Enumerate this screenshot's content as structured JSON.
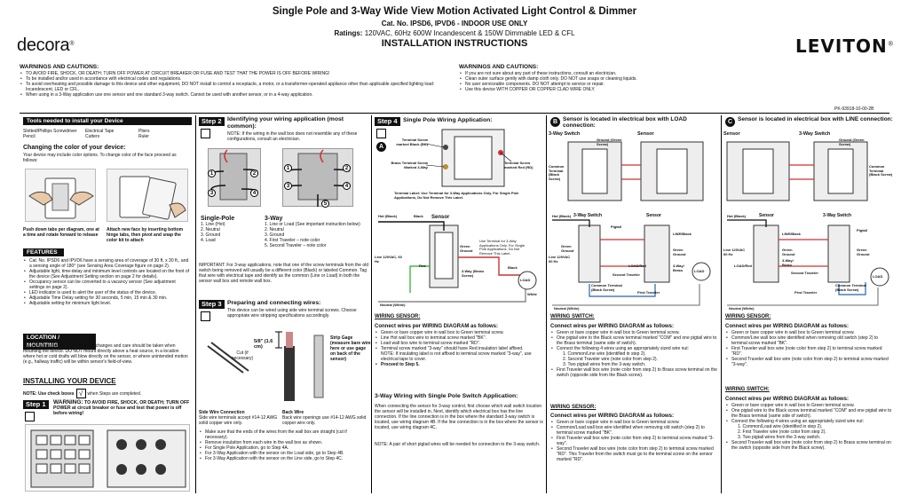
{
  "header": {
    "title": "Single Pole and 3-Way Wide View Motion Activated Light Control & Dimmer",
    "cat": "Cat. No. IPSD6, IPVD6 - INDOOR USE ONLY",
    "ratings_label": "Ratings:",
    "ratings": "120VAC, 60Hz 600W Incandescent & 150W Dimmable LED & CFL",
    "subtitle": "INSTALLATION INSTRUCTIONS",
    "brand_left": "decora",
    "brand_right": "LEVITON",
    "reg": "®",
    "doc_no": "PK-93918-10-00-2B"
  },
  "warnings_left": {
    "title": "WARNINGS AND CAUTIONS:",
    "items": [
      "TO AVOID FIRE, SHOCK, OR DEATH; TURN OFF POWER AT CIRCUIT BREAKER OR FUSE AND TEST THAT THE POWER IS OFF BEFORE WIRING!",
      "To be installed and/or used in accordance with electrical codes and regulations.",
      "To avoid overheating and possible damage to this device and other equipment, DO NOT install to control a receptacle, a motor, or a transformer-operated appliance other than applicable specified lighting load: Incandescent, LED or CFL.",
      "When using in a 3-Way application use one sensor and one standard 3-way switch. Cannot be used with another sensor, or in a 4-way application."
    ]
  },
  "warnings_right": {
    "title": "WARNINGS AND CAUTIONS:",
    "items": [
      "If you are not sure about any part of these instructions, consult an electrician.",
      "Clean outer surface gently with damp cloth only. DO NOT use soaps or cleaning liquids.",
      "No user serviceable components. DO NOT attempt to service or repair.",
      "Use this device WITH COPPER OR COPPER CLAD WIRE ONLY."
    ]
  },
  "col1": {
    "tools_title": "Tools needed to install your Device",
    "tools": [
      "Slotted/Phillips Screwdriver",
      "Electrical Tape",
      "Pliers",
      "Pencil",
      "Cutters",
      "Ruler"
    ],
    "color_title": "Changing the color of your device:",
    "color_text": "Your device may include color options. To change color of the face proceed as follows:",
    "push_caption": "Push down tabs per diagram, one at a time and rotate forward to release",
    "attach_caption": "Attach new face by inserting bottom hinge tabs, then pivot and snap the color kit to attach",
    "features_title": "FEATURES",
    "features": [
      "Cat. No. IPSD6 and IPVD6 have a sensing area of coverage of 30 ft. x 30 ft., and a sensing angle of 180° (see Sensing Area Coverage figure on page 2).",
      "Adjustable light, time-delay and minimum level controls are located on the front of the device (See Adjustment Setting section on page 2 for details).",
      "Occupancy sensor can be converted to a vacancy sensor (See adjustment settings on page 2).",
      "LED indicator is used to alert the user of the status of the device.",
      "Adjustable Time Delay setting for 30 seconds, 5 min, 15 min & 30 min.",
      "Adjustable setting for minimum light level."
    ],
    "location_title": "LOCATION / MOUNTING",
    "location_text": "The device responds to temperature changes and care should be taken when mounting the device. DO NOT mount directly above a heat source, in a location where hot or cold drafts will blow directly on the sensor, or where unintended motion (e.g., hallway traffic) will be within sensor's field-of-view.",
    "install_title": "INSTALLING YOUR DEVICE",
    "note_check": "NOTE: Use check boxes",
    "note_check2": "when Steps are completed.",
    "check_mark": "√",
    "step1_label": "Step 1",
    "step1_warn": "WARNING:",
    "step1_text": "TO AVOID FIRE, SHOCK, OR DEATH; TURN OFF POWER at circuit breaker or fuse and test that power is off before wiring!"
  },
  "col2": {
    "step2_label": "Step 2",
    "step2_title": "Identifying your wiring application (most common):",
    "step2_note": "NOTE: If the wiring in the wall box does not resemble any of these configurations, consult an electrician.",
    "single_title": "Single-Pole",
    "single_items": [
      "1. Line (Hot)",
      "2. Neutral",
      "3. Ground",
      "4. Load"
    ],
    "three_title": "3-Way",
    "three_items": [
      "1. Line or Load (See important instruction below)",
      "2. Neutral",
      "3. Ground",
      "4. First Traveler – note color",
      "5. Second Traveler – note color"
    ],
    "important": "IMPORTANT: For 3-way applications, note that one of the screw terminals from the old switch being removed will usually be a different color (Black) or labeled Common. Tag that wire with electrical tape and identify as the common (Line or Load) in both the sensor wall box and remote wall box.",
    "step3_label": "Step 3",
    "step3_title": "Preparing and connecting wires:",
    "step3_text": "This device can be wired using side wire terminal screws. Choose appropriate wire stripping specifications accordingly.",
    "cut_label": "Cut (if necessary)",
    "gauge_dim": "5/8\" (1.6 cm)",
    "strip_label": "Strip Gage (measure bare wire here or use gage on back of the sensor)",
    "side_title": "Side Wire Connection",
    "side_text": "Side wire terminals accept #14-12 AWG solid copper wire only.",
    "back_title": "Back Wire",
    "back_text": "Back wire openings use #14-12 AWG solid copper wire only.",
    "bullets": [
      "Make sure that the ends of the wires from the wall box are straight (cut if necessary).",
      "Remove insulation from each wire in the wall box as shown.",
      "For Single Pole Application, go to Step 4A.",
      "For 3-Way Application with the sensor on the Load side, go to Step 4B.",
      "For 3-Way Application with the sensor on the Line side, go to Step 4C."
    ],
    "nums": [
      "1",
      "2",
      "3",
      "4",
      "5"
    ]
  },
  "col3": {
    "step4_label": "Step 4",
    "title": "Single Pole Wiring Application:",
    "circle": "A",
    "lbl_neutral": "Terminal Screw marked Black (BK)",
    "lbl_brass": "Brass Terminal Screw Marked 3-Way",
    "lbl_red": "Terminal Screw marked Red (RD)",
    "terminal_label": "Terminal Label: Use Terminal for 3-Way Applications Only. For Single Pole Applications, Do Not Remove This Label.",
    "hot": "Hot (Black)",
    "black": "Black",
    "sensor": "Sensor",
    "line": "Line 120VAC, 60 Hz",
    "green_ground": "Green Ground",
    "red": "Red",
    "term_note": "Use Terminal for 3-Way Applications Only. For Single Pole Applications, Do Not Remove This Label.",
    "brass3": "3-Way (Brass Screw)",
    "load": "LOAD",
    "white": "White",
    "neutral": "Neutral (White)",
    "ws_title": "WIRING SENSOR:",
    "ws_sub": "Connect wires per WIRING DIAGRAM as follows:",
    "ws_items": [
      "Green or bare copper wire in wall box to Green terminal screw.",
      "Line Hot wall box wire to terminal screw marked \"BK\".",
      "Load wall box wire to terminal screw marked \"RD\".",
      "Terminal screw marked \"3-way\" should have Red insulation label affixed.",
      "Proceed to Step 5."
    ],
    "ws_note": "NOTE: If insulating label is not affixed to terminal screw marked \"3-way\", use electrical tape to cover.",
    "tw_title": "3-Way Wiring with Single Pole Switch Application:",
    "tw_text": "When connecting the sensor for 3-way control, first choose which wall switch location the sensor will be installed in. Next, identify which electrical box has the line connection. If the line connection is in the box where the standard 3-way switch is located, use wiring diagram 4B. If the line connection is in the box where the sensor is located, use wiring diagram 4C.",
    "tw_note": "NOTE: A pair of short pigtail wires will be needed for connection to the 3-way switch."
  },
  "col4": {
    "circle": "B",
    "title": "Sensor is located in electrical box with LOAD connection:",
    "sw3": "3-Way Switch",
    "sensor": "Sensor",
    "ground": "Ground (Green Screw)",
    "common": "Common Terminal (Black Screw)",
    "hot": "Hot (Black)",
    "pigtail": "Pigtail",
    "line_black": "LINE/Black",
    "green_ground": "Green Ground",
    "load_red": "LOAD/Red",
    "brass": "3-Way/ Brass",
    "load": "LOAD",
    "line": "Line 120VAC 60 Hz",
    "second": "Second Traveler",
    "common_t": "Common Terminal (Black Screw)",
    "first": "First Traveler",
    "neutral": "Neutral (White)",
    "wsw_title": "WIRING SWITCH:",
    "wsw_sub": "Connect wires per WIRING DIAGRAM as follows:",
    "wsw_items": [
      "Green or bare copper wire in wall box to Green terminal screw.",
      "One pigtail wire to the Black screw terminal marked \"COM\" and one pigtail wire to the Brass terminal (same side of switch).",
      "Connect the following 4 wires using an appropriately sized wire nut:"
    ],
    "wsw_sub_items": [
      "1. Common/Line wire (identified in step 2).",
      "2. Second Traveler wire (note color from step 2).",
      "3. Two pigtail wires from the 3-way switch."
    ],
    "wsw_item4": "First Traveler wall box wire (note color from step 2) to Brass screw terminal on the switch (opposite side from the Black screw).",
    "ws_title": "WIRING SENSOR:",
    "ws_sub": "Connect wires per WIRING DIAGRAM as follows:",
    "ws_items": [
      "Green or bare copper wire in wall box to Green terminal screw.",
      "Common/Load wall box wire identified when removing old switch (step 2) to terminal screw marked \"BK\".",
      "First Traveler wall box wire (note color from step 2) to terminal screw marked \"3-way\".",
      "Second Traveler wall box wire (note color from step 2) to terminal screw marked \"RD\". This Traveler from the switch must go to the terminal screw on the sensor marked \"RD\"."
    ]
  },
  "col5": {
    "circle": "C",
    "title": "Sensor is located in electrical box with LINE connection:",
    "sensor": "Sensor",
    "sw3": "3-Way Switch",
    "ground": "Ground (Green Screw)",
    "common": "Common Terminal (Black Screw)",
    "hot": "Hot (Black)",
    "line_black": "LINE/Black",
    "pigtail": "Pigtail",
    "green_ground": "Green Ground",
    "load_red": "LOAD/Red",
    "brass": "3-Way/ Brass",
    "line": "Line 120VAC 60 Hz",
    "second": "Second Traveler",
    "load": "LOAD",
    "common_t": "Common Terminal (Black Screw)",
    "first": "First Traveler",
    "neutral": "Neutral (White)",
    "ws_title": "WIRING SENSOR:",
    "ws_sub": "Connect wires per WIRING DIAGRAM as follows:",
    "ws_items": [
      "Green or bare copper wire in wall box to Green terminal screw.",
      "Common/Line wall box wire identified when removing old switch (step 2) to terminal screw marked \"BK\".",
      "First Traveler wall box wire (note color from step 2) to terminal screw marked \"RD\".",
      "Second Traveler wall box wire (note color from step 2) to terminal screw marked \"3-way\"."
    ],
    "wsw_title": "WIRING SWITCH:",
    "wsw_sub": "Connect wires per WIRING DIAGRAM as follows:",
    "wsw_items": [
      "Green or bare copper wire in wall box to Green terminal screw.",
      "One pigtail wire to the Black screw terminal marked \"COM\" and one pigtail wire to the Brass terminal (same side of switch).",
      "Connect the following 4 wires using an appropriately sized wire nut:"
    ],
    "wsw_sub_items": [
      "1. Common/Load wire (identified in step 2).",
      "2. First Traveler wire (note color from step 2).",
      "3. Two pigtail wires from the 3-way switch."
    ],
    "wsw_item4": "Second Traveler wall box wire (note color from step 2) to Brass screw terminal on the switch (opposite side from the Black screw)."
  }
}
